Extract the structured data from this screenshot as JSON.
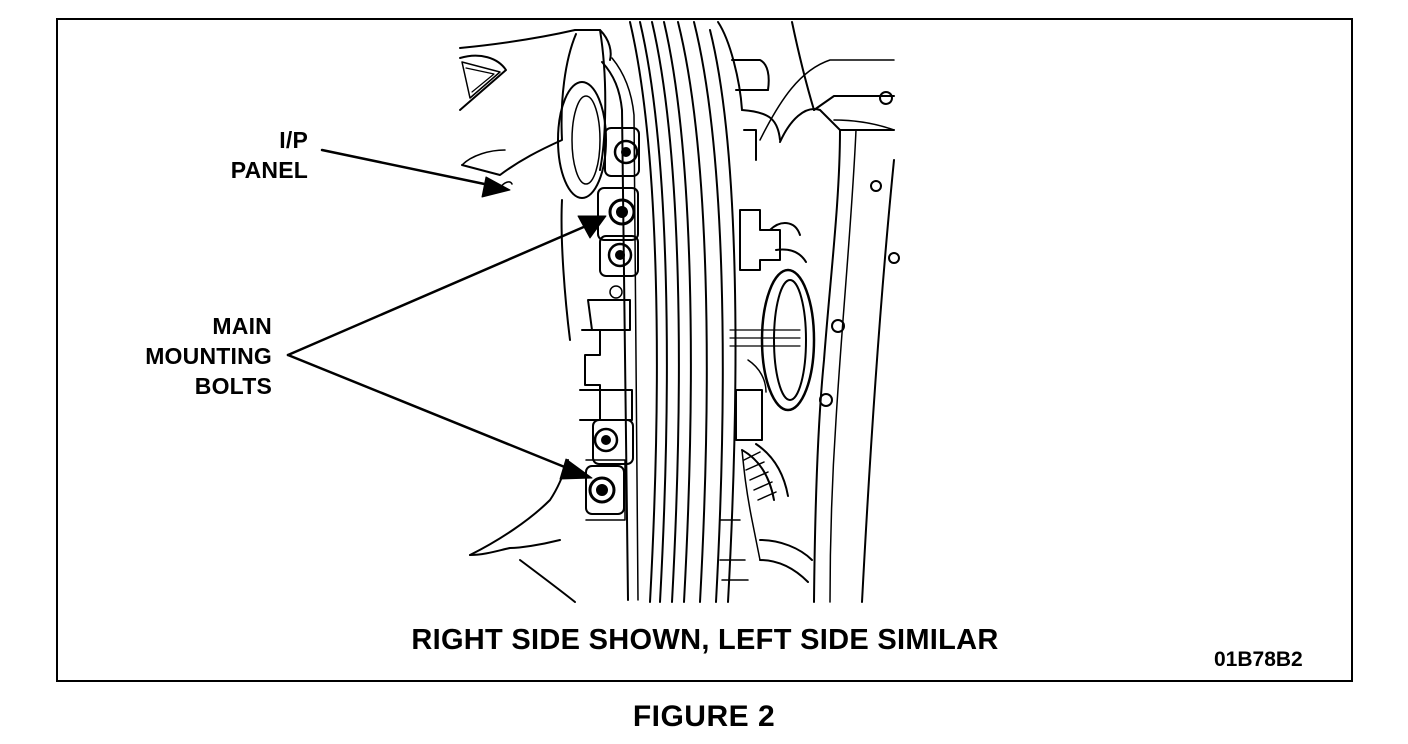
{
  "callouts": {
    "ip_panel": [
      "I/P",
      "PANEL"
    ],
    "main_mounting_bolts": [
      "MAIN",
      "MOUNTING",
      "BOLTS"
    ]
  },
  "caption": "RIGHT SIDE SHOWN, LEFT SIDE SIMILAR",
  "figure_code": "01B78B2",
  "figure_number": "FIGURE 2",
  "colors": {
    "ink": "#000000",
    "paper": "#ffffff"
  }
}
